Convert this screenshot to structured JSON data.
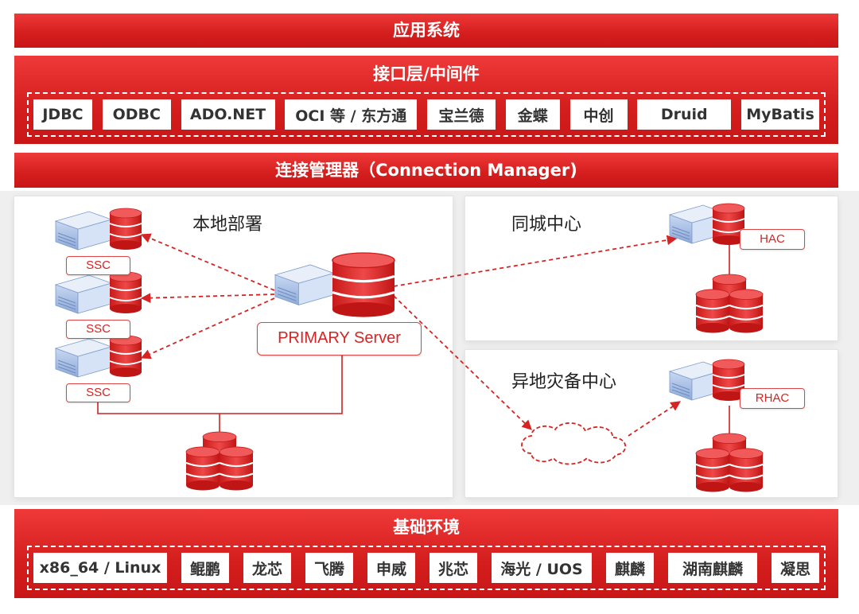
{
  "app_layer": {
    "title": "应用系统"
  },
  "interface_layer": {
    "title": "接口层/中间件",
    "items": [
      "JDBC",
      "ODBC",
      "ADO.NET",
      "OCI 等 / 东方通",
      "宝兰德",
      "金蝶",
      "中创",
      "Druid",
      "MyBatis"
    ]
  },
  "connection_manager": {
    "title": "连接管理器（Connection Manager)"
  },
  "local_deploy": {
    "title": "本地部署",
    "primary_label": "PRIMARY Server",
    "standby_labels": [
      "SSC",
      "SSC",
      "SSC"
    ]
  },
  "same_city": {
    "title": "同城中心",
    "node_label": "HAC"
  },
  "remote_dr": {
    "title": "异地灾备中心",
    "node_label": "RHAC"
  },
  "base_env": {
    "title": "基础环境",
    "items": [
      "x86_64 / Linux",
      "鲲鹏",
      "龙芯",
      "飞腾",
      "申威",
      "兆芯",
      "海光 / UOS",
      "麒麟",
      "湖南麒麟",
      "凝思"
    ]
  },
  "colors": {
    "brand_red": "#d61f1f",
    "arrow_red": "#d62424",
    "server_blue": "#9fb8e0"
  }
}
